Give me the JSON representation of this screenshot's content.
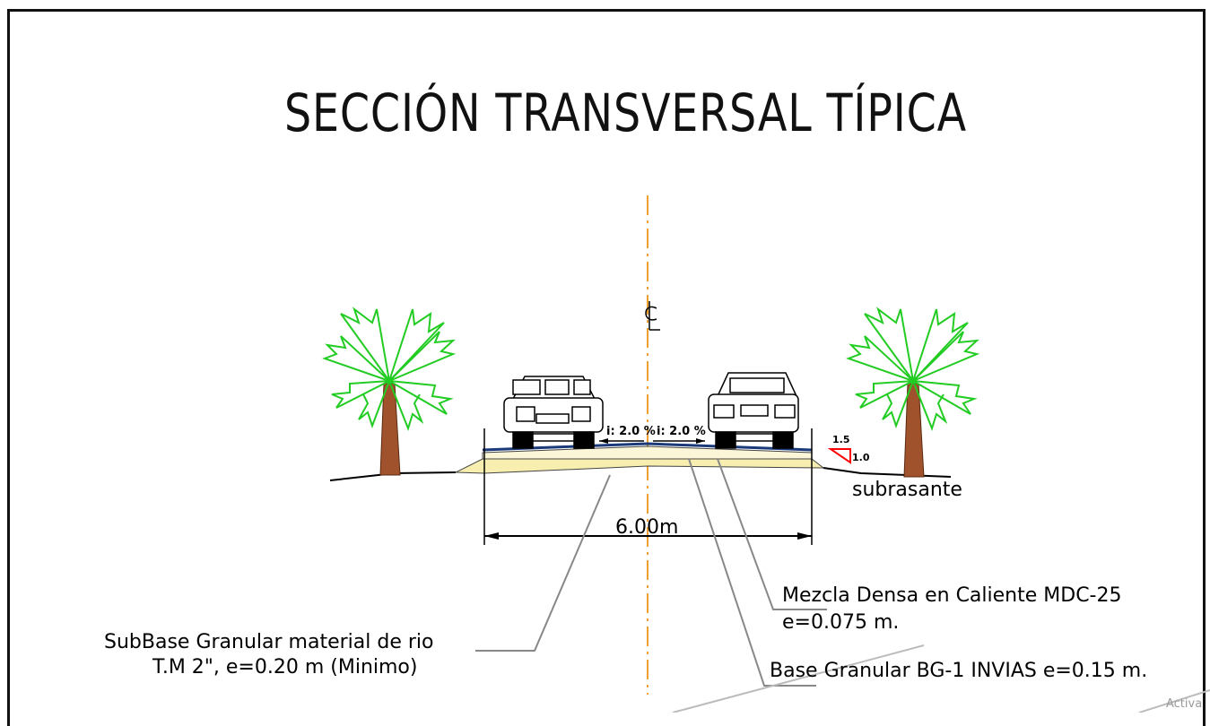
{
  "title": "SECCIÓN TRANSVERSAL TÍPICA",
  "centerline_symbol": "CL",
  "slope_left": "i: 2.0 %",
  "slope_right": "i: 2.0 %",
  "slope_ratio": {
    "h": "1.5",
    "v": "1.0"
  },
  "subrasante": "subrasante",
  "width_dim": "6.00m",
  "mezcla": {
    "line1": "Mezcla Densa en Caliente MDC-25",
    "line2": "e=0.075 m."
  },
  "subbase": {
    "line1": "SubBase Granular material de rio",
    "line2": "T.M 2\", e=0.20 m (Minimo)"
  },
  "base": "Base Granular BG-1 INVIAS e=0.15 m.",
  "watermark": "Activa",
  "colors": {
    "centerline": "#f0a030",
    "palm_leaves": "#22cc22",
    "trunk": "#a0522d",
    "subbase": "#f7eeb0",
    "asphalt": "#1a3a7a",
    "slope_triangle": "#ff0000"
  }
}
